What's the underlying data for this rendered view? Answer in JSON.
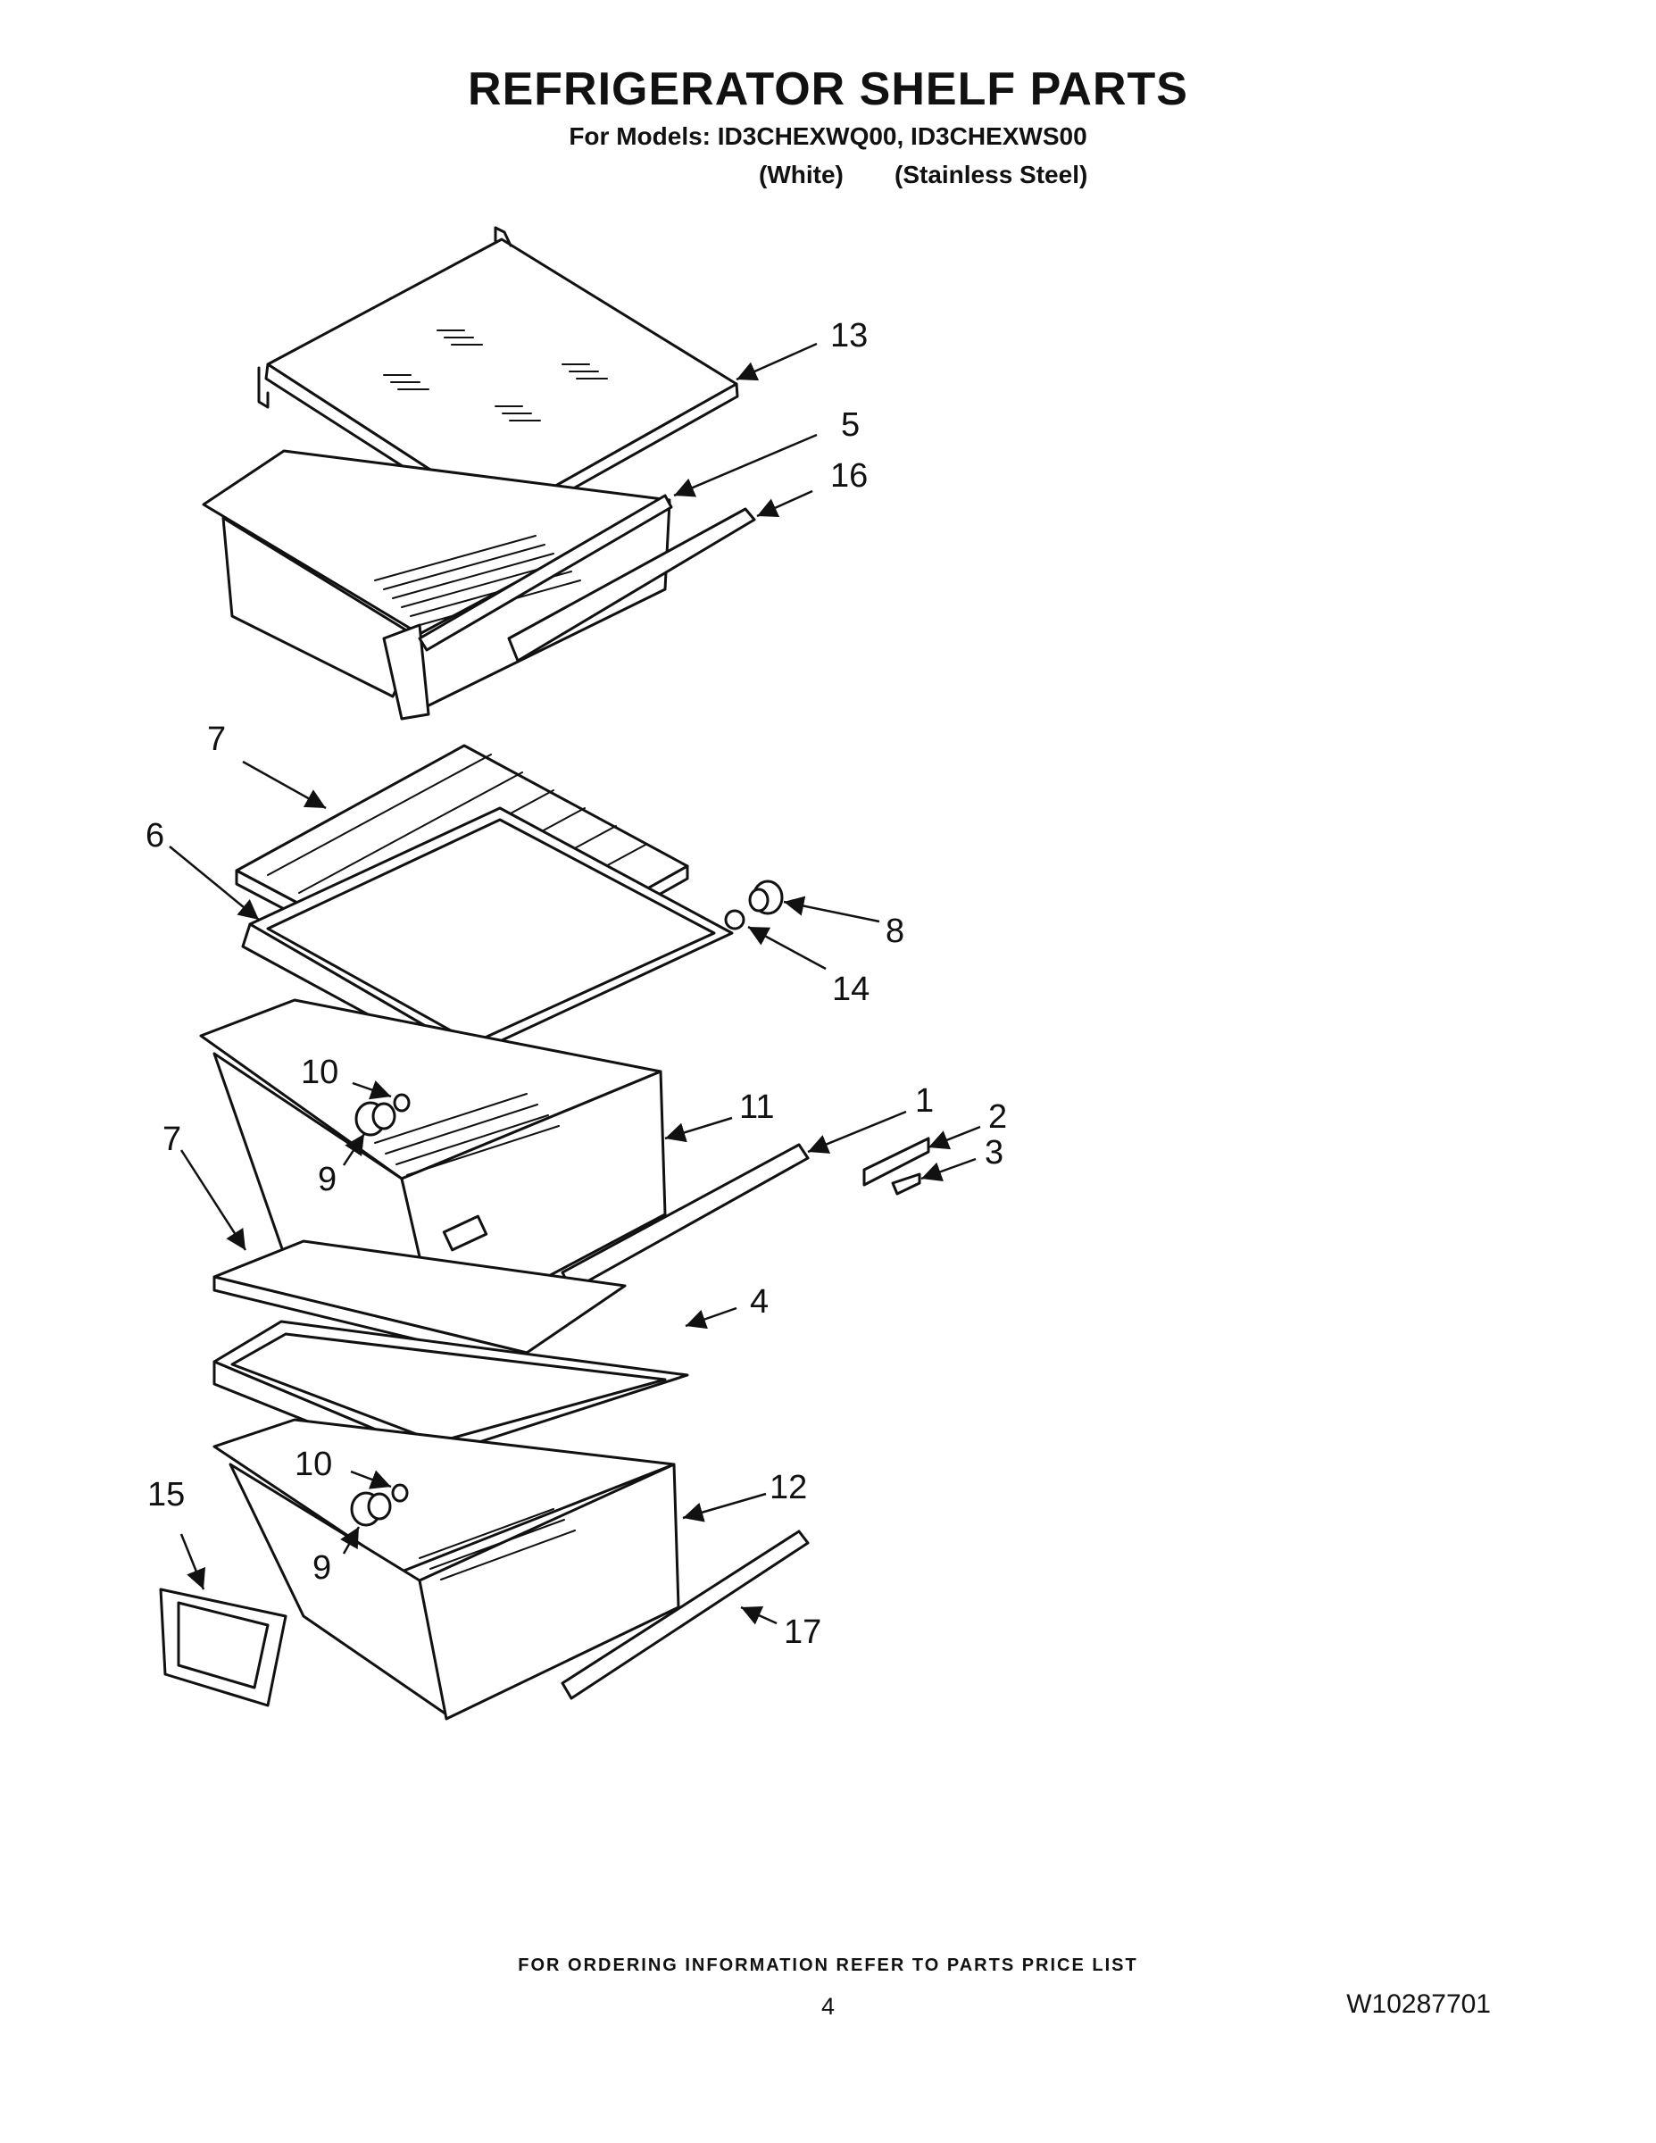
{
  "header": {
    "title": "REFRIGERATOR SHELF PARTS",
    "models": "For Models: ID3CHEXWQ00, ID3CHEXWS00",
    "variant_white": "(White)",
    "variant_stainless": "(Stainless Steel)"
  },
  "callouts": {
    "c1": "1",
    "c2": "2",
    "c3": "3",
    "c4": "4",
    "c5": "5",
    "c6": "6",
    "c7a": "7",
    "c7b": "7",
    "c8": "8",
    "c9a": "9",
    "c9b": "9",
    "c10a": "10",
    "c10b": "10",
    "c11": "11",
    "c12": "12",
    "c13": "13",
    "c14": "14",
    "c15": "15",
    "c16": "16",
    "c17": "17"
  },
  "footer": {
    "note": "FOR ORDERING INFORMATION REFER TO PARTS PRICE LIST",
    "page_number": "4",
    "doc_number": "W10287701"
  }
}
